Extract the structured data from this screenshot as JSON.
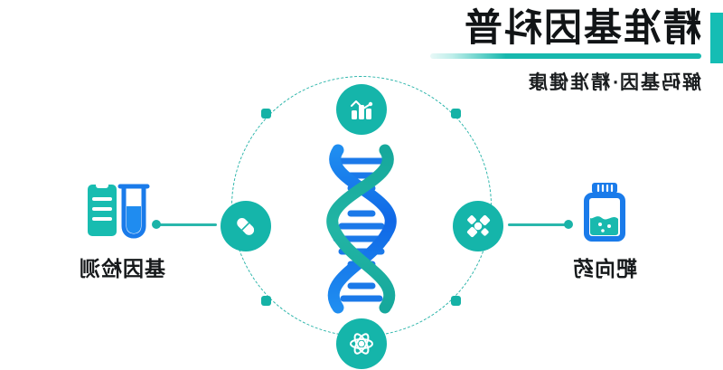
{
  "header": {
    "title": "精准基因科普",
    "subtitle": "解码基因·精准健康",
    "accent_color": "#15bdb4",
    "underline_color": "#17b8ae"
  },
  "center": {
    "graphic_name": "dna-double-helix",
    "strand_colors": [
      "#1faba0",
      "#1878e8"
    ],
    "rung_color": "#1878e8",
    "ring_color": "#2bb5aa",
    "ring_style": "dashed"
  },
  "nodes": [
    {
      "id": "top",
      "icon": "bar-chart-icon",
      "color": "#15b5aa"
    },
    {
      "id": "right",
      "icon": "pill-icon",
      "color": "#15b5aa"
    },
    {
      "id": "bottom",
      "icon": "atom-icon",
      "color": "#15b5aa"
    },
    {
      "id": "left",
      "icon": "molecule-icon",
      "color": "#15b5aa"
    }
  ],
  "side_items": [
    {
      "id": "targeted-drug",
      "label": "靶向药",
      "icon": "medicine-bottle-icon",
      "icon_colors": {
        "outline": "#1a7bea",
        "liquid": "#19b9ae"
      }
    },
    {
      "id": "gene-testing",
      "label": "基因检测",
      "icon": "test-tube-report-icon",
      "icon_colors": {
        "tube": "#1a7bea",
        "report": "#18bcb0"
      }
    }
  ],
  "connectors": {
    "color": "#2ab7ac",
    "dot_color": "#1ab3a8"
  },
  "background_color": "#ffffff"
}
